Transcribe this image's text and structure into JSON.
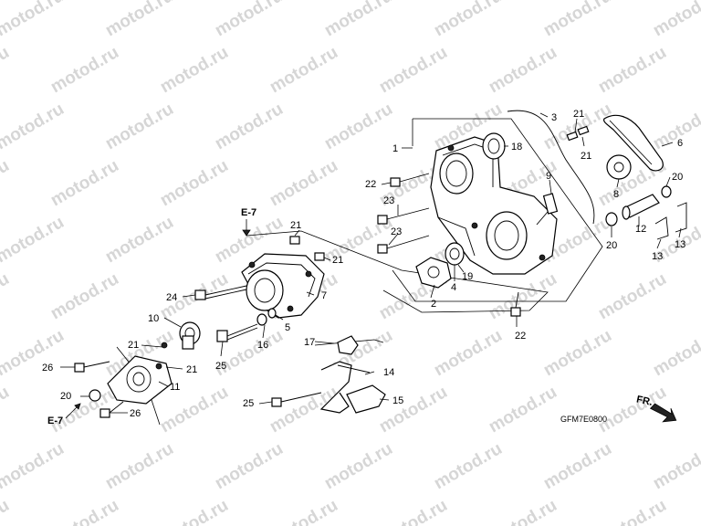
{
  "watermark": "motod.ru",
  "diagram_code": "GFM7E0800",
  "direction": "FR.",
  "refs": {
    "upper": "E-7",
    "lower": "E-7"
  },
  "callouts": [
    "1",
    "2",
    "3",
    "4",
    "5",
    "6",
    "7",
    "8",
    "9",
    "10",
    "11",
    "12",
    "13",
    "14",
    "15",
    "16",
    "17",
    "18",
    "19",
    "20",
    "21",
    "22",
    "23",
    "24",
    "25",
    "26"
  ],
  "labels": {
    "n1": "1",
    "n2": "2",
    "n3": "3",
    "n4": "4",
    "n5": "5",
    "n6": "6",
    "n7": "7",
    "n8": "8",
    "n9": "9",
    "n10": "10",
    "n11": "11",
    "n12": "12",
    "n13a": "13",
    "n13b": "13",
    "n14": "14",
    "n15": "15",
    "n16": "16",
    "n17": "17",
    "n18": "18",
    "n19": "19",
    "n20a": "20",
    "n20b": "20",
    "n20c": "20",
    "n21a": "21",
    "n21b": "21",
    "n21c": "21",
    "n21d": "21",
    "n21e": "21",
    "n21f": "21",
    "n22a": "22",
    "n22b": "22",
    "n23a": "23",
    "n23b": "23",
    "n24": "24",
    "n25a": "25",
    "n25b": "25",
    "n26a": "26",
    "n26b": "26"
  }
}
